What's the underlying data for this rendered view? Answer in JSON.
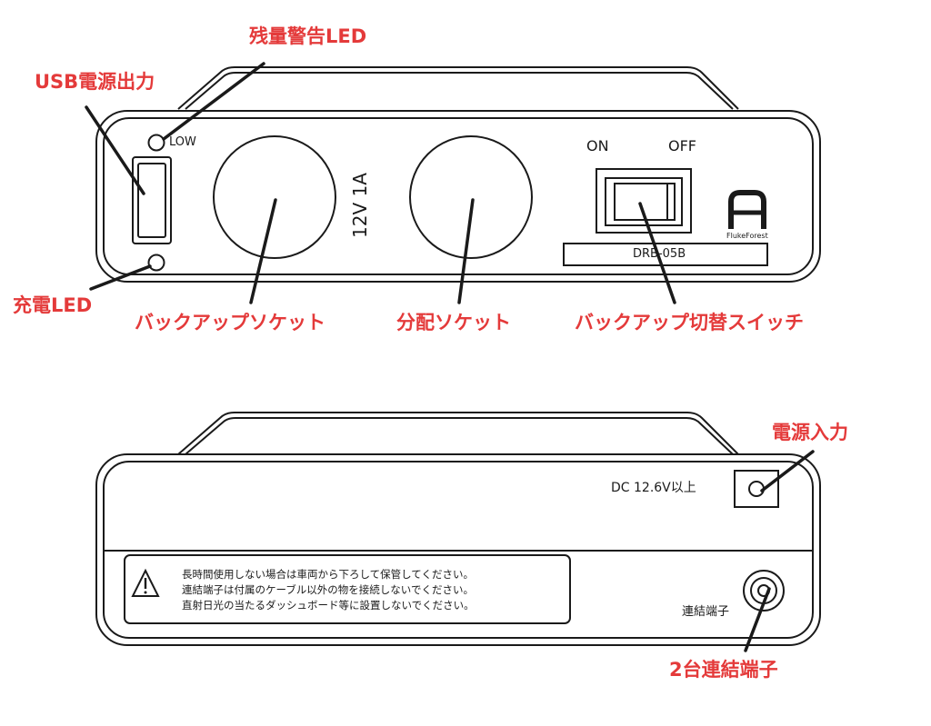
{
  "front": {
    "labels": {
      "low": "LOW",
      "voltage": "12V 1A",
      "on": "ON",
      "off": "OFF",
      "model": "DRB-05B",
      "brand": "FlukeForest"
    },
    "callouts": {
      "usb_output": "USB電源出力",
      "battery_warning_led": "残量警告LED",
      "charging_led": "充電LED",
      "backup_socket": "バックアップソケット",
      "split_socket": "分配ソケット",
      "backup_switch": "バックアップ切替スイッチ"
    }
  },
  "back": {
    "labels": {
      "dc_input": "DC 12.6V以上",
      "link_terminal": "連結端子"
    },
    "warning_lines": [
      "長時間使用しない場合は車両から下ろして保管してください。",
      "連結端子は付属のケーブル以外の物を接続しないでください。",
      "直射日光の当たるダッシュボード等に設置しないでください。"
    ],
    "callouts": {
      "power_input": "電源入力",
      "dual_link_terminal": "2台連結端子"
    }
  },
  "colors": {
    "callout": "#e43a3a",
    "line_art": "#1a1a1a"
  }
}
